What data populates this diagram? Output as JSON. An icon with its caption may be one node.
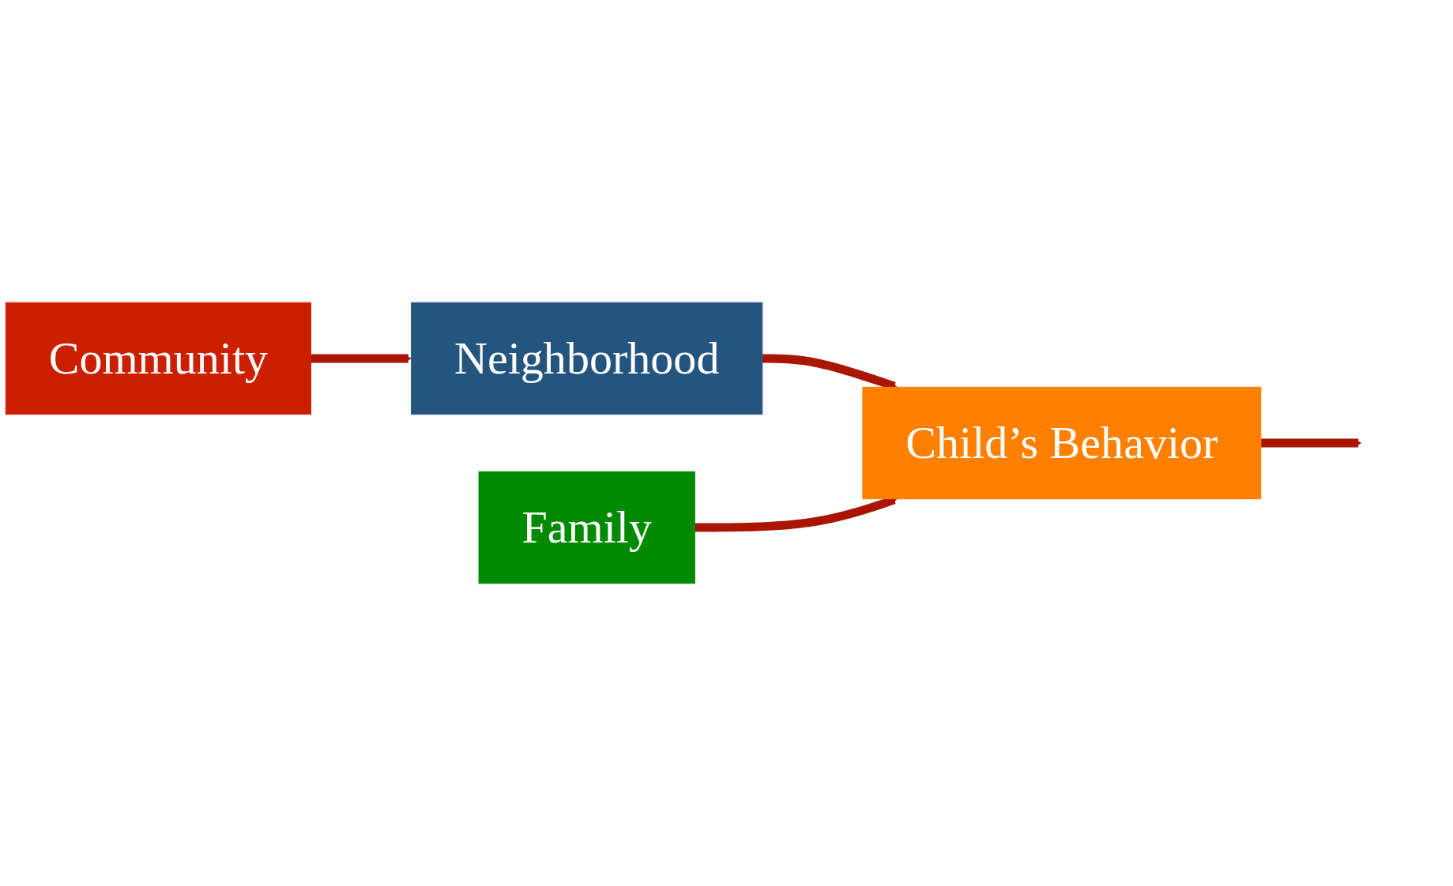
{
  "diagram": {
    "nodes": [
      {
        "text": [
          "Community"
        ]
      },
      {
        "text": [
          "Neighborhood"
        ]
      },
      {
        "text": [
          "Child’s Behavior"
        ]
      },
      {
        "text": [
          "Family"
        ]
      }
    ],
    "edges": [
      {
        "from": 0,
        "to": 1,
        "arrow": "to"
      },
      {
        "from": 1,
        "to": 2,
        "arrow": "to"
      },
      {
        "from": 3,
        "to": 2,
        "arrow": "to"
      },
      {
        "from": 2,
        "to": null,
        "arrow": "to"
      }
    ]
  }
}
